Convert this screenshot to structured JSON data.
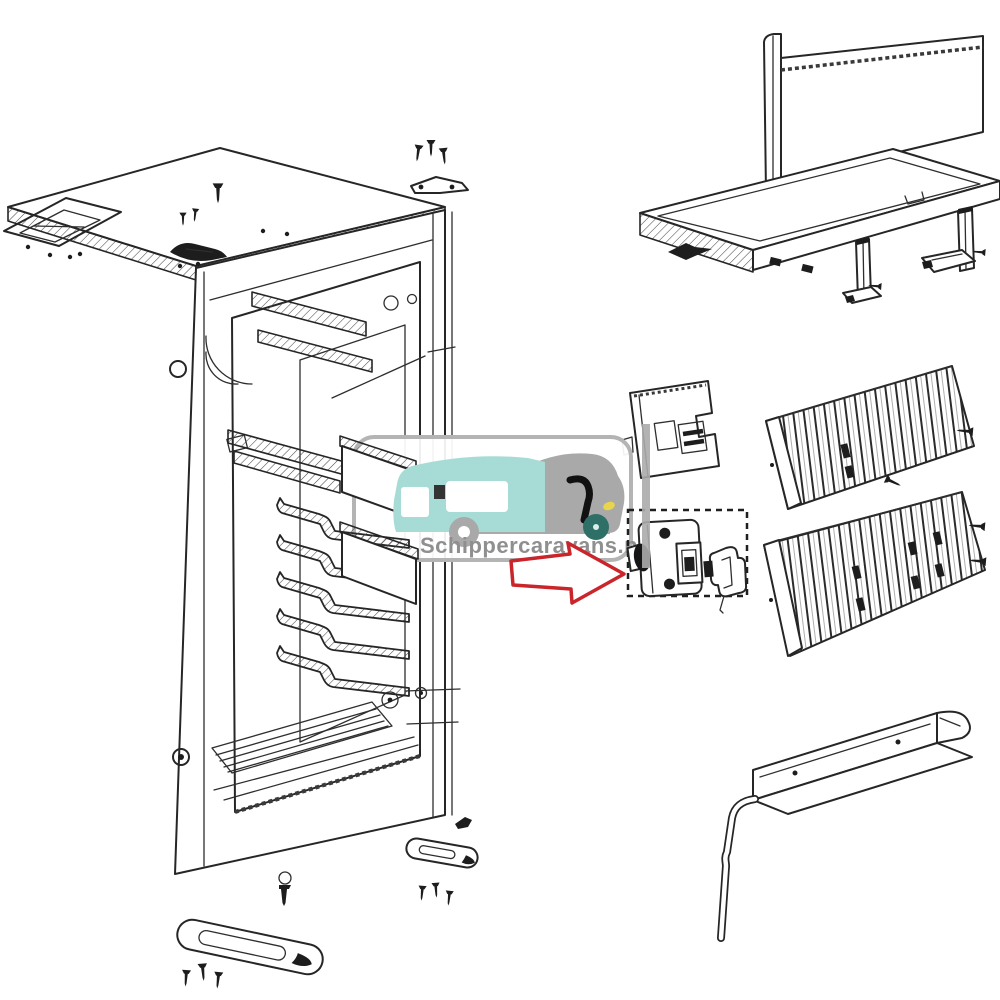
{
  "watermark": {
    "text": "Schippercaravans.nl",
    "panel_border": "#b4b4b4",
    "panel_fill": "rgba(255,255,255,0.93)"
  },
  "highlight": {
    "arrow_color": "#c9252b",
    "box_style": "dashed",
    "points_to": "door-lock-assembly"
  },
  "colors": {
    "background": "#ffffff",
    "line": "#262626",
    "watermark_grey": "#a9a9a9",
    "watermark_teal": "#a7dcd6",
    "wheel_teal": "#2e6f68",
    "headlight_yellow": "#e8d44d",
    "text_grey": "#8f8f8f"
  },
  "parts": [
    {
      "id": 1,
      "name": "refrigerator-cabinet"
    },
    {
      "id": 2,
      "name": "top-panel"
    },
    {
      "id": 3,
      "name": "hinge-frame-top-left"
    },
    {
      "id": 4,
      "name": "latch-bracket-top"
    },
    {
      "id": 5,
      "name": "hinge-bracket-top-right"
    },
    {
      "id": 6,
      "name": "screw-set-top"
    },
    {
      "id": 7,
      "name": "freezer-shelf"
    },
    {
      "id": 8,
      "name": "cooling-coil"
    },
    {
      "id": 9,
      "name": "wire-shelf-rails"
    },
    {
      "id": 10,
      "name": "door-bins"
    },
    {
      "id": 11,
      "name": "drip-floor-grid"
    },
    {
      "id": 12,
      "name": "mounting-plate-left"
    },
    {
      "id": 13,
      "name": "mounting-plate-right"
    },
    {
      "id": 14,
      "name": "screw-set-bottom-left"
    },
    {
      "id": 15,
      "name": "screw-set-bottom-right"
    },
    {
      "id": 16,
      "name": "evaporator-panel"
    },
    {
      "id": 17,
      "name": "mounting-base-tray"
    },
    {
      "id": 18,
      "name": "l-bracket-left"
    },
    {
      "id": 19,
      "name": "l-bracket-right"
    },
    {
      "id": 20,
      "name": "fixing-clip"
    },
    {
      "id": 21,
      "name": "control-cover"
    },
    {
      "id": 22,
      "name": "vent-grille-upper"
    },
    {
      "id": 23,
      "name": "vent-grille-lower"
    },
    {
      "id": 24,
      "name": "door-lock-assembly"
    },
    {
      "id": 25,
      "name": "lock-striker"
    },
    {
      "id": 26,
      "name": "flue-rail"
    },
    {
      "id": 27,
      "name": "drain-tube"
    }
  ]
}
